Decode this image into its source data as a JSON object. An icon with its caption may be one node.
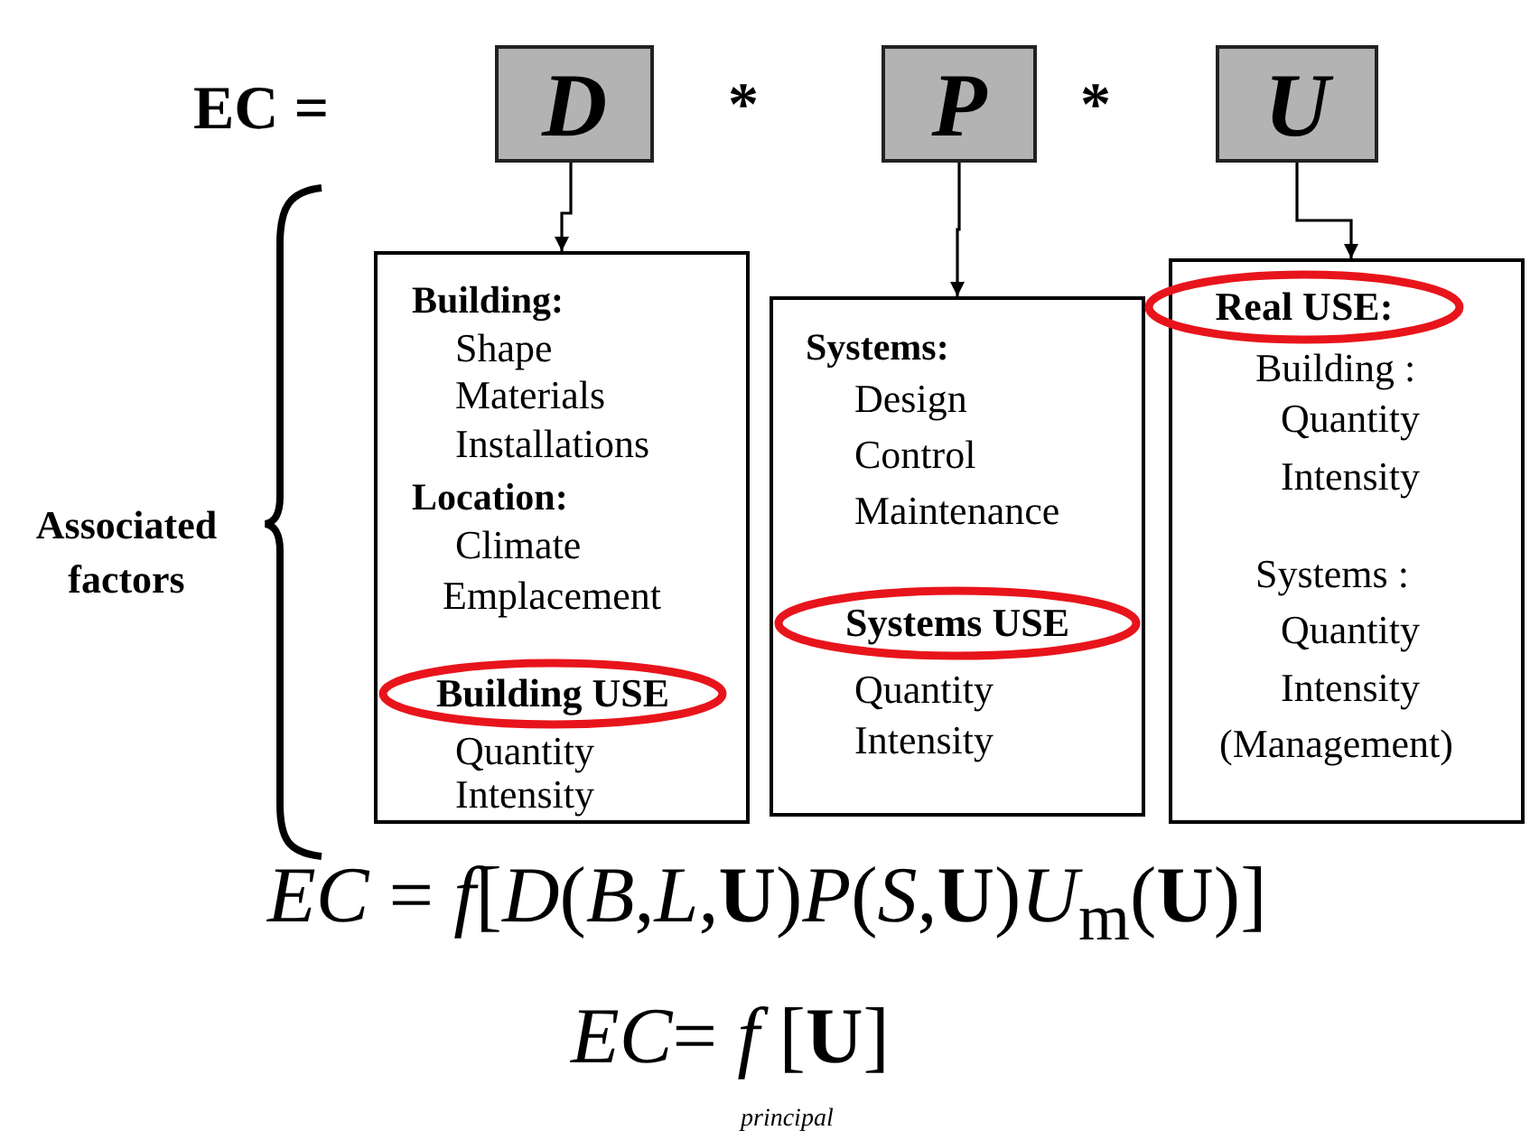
{
  "diagram": {
    "nodes": [
      {
        "text": [
          "D"
        ]
      },
      {
        "text": [
          "P"
        ]
      },
      {
        "text": [
          "U"
        ]
      },
      {
        "text": [
          "Building:",
          "Shape",
          "Materials",
          "Installations",
          "Location:",
          "Climate",
          "Emplacement",
          "Quantity",
          "Intensity"
        ]
      },
      {
        "text": [
          "Building USE"
        ],
        "in": 3
      },
      {
        "text": [
          "Systems:",
          "Design",
          "Control",
          "Maintenance",
          "Quantity",
          "Intensity"
        ]
      },
      {
        "text": [
          "Systems USE"
        ],
        "in": 5
      },
      {
        "text": [
          "Building :",
          "Quantity",
          "Intensity",
          "Systems :",
          "Quantity",
          "Intensity",
          "(Management)"
        ]
      },
      {
        "text": [
          "Real USE:"
        ]
      }
    ],
    "edges": [
      {
        "from": 0,
        "to": 3,
        "arrow": "to"
      },
      {
        "from": 1,
        "to": 5,
        "arrow": "to"
      },
      {
        "from": 2,
        "to": 7,
        "arrow": "to"
      }
    ],
    "labels": [
      "EC =",
      "*",
      "*",
      "Associated factors",
      "*EC* = *f*[*D*(*B*,*L*,**U**)*P*(*S*,**U**)*U*$_{m}$(**U**)]",
      "*EC*= *f* [**U**]",
      "principal"
    ]
  }
}
